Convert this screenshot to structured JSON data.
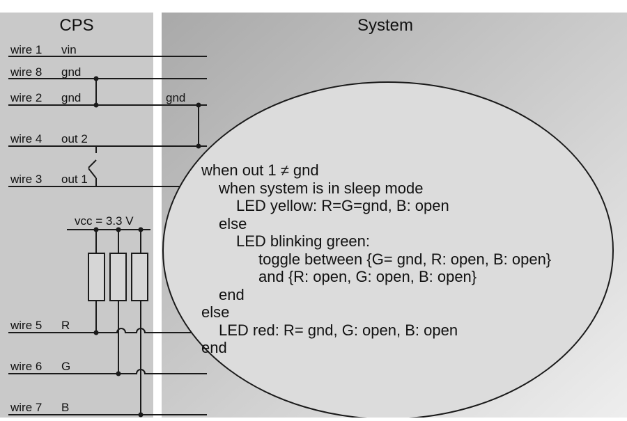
{
  "panels": {
    "cps_title": "CPS",
    "system_title": "System"
  },
  "wires": [
    {
      "id": "w1",
      "name": "wire 1",
      "signal": "vin"
    },
    {
      "id": "w8",
      "name": "wire 8",
      "signal": "gnd"
    },
    {
      "id": "w2",
      "name": "wire 2",
      "signal": "gnd"
    },
    {
      "id": "w4",
      "name": "wire 4",
      "signal": "out 2"
    },
    {
      "id": "w3",
      "name": "wire 3",
      "signal": "out 1"
    },
    {
      "id": "w5",
      "name": "wire 5",
      "signal": "R"
    },
    {
      "id": "w6",
      "name": "wire 6",
      "signal": "G"
    },
    {
      "id": "w7",
      "name": "wire 7",
      "signal": "B"
    }
  ],
  "system_gnd_label": "gnd",
  "vcc_label": "vcc = 3.3 V",
  "logic": {
    "lines": [
      "when out 1 ≠ gnd",
      "when system is in sleep mode",
      "LED yellow: R=G=gnd, B: open",
      "else",
      "LED blinking green:",
      "toggle between {G= gnd, R: open, B: open}",
      "and {R: open, G: open, B: open}",
      "end",
      "else",
      "LED red: R= gnd, G: open, B: open",
      "end"
    ]
  },
  "colors": {
    "cps_bg": "#c9c9c9",
    "separator": "#ffffff",
    "system_gradient_left": "#a7a7a7",
    "system_gradient_right": "#ececec",
    "bubble_fill": "#dcdcdc",
    "line": "#1a1a1a"
  }
}
